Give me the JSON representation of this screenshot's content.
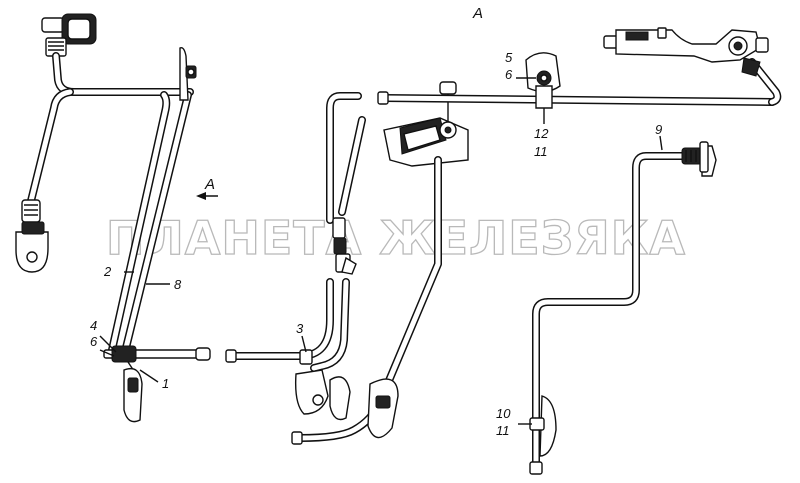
{
  "view": {
    "letter": "А",
    "arrow_letter": "А"
  },
  "watermark": "ПЛАНЕТА ЖЕЛЕЗЯКА",
  "callouts": [
    {
      "id": "c2",
      "text": "2"
    },
    {
      "id": "c8",
      "text": "8"
    },
    {
      "id": "c4",
      "text": "4"
    },
    {
      "id": "c6a",
      "text": "6"
    },
    {
      "id": "c1",
      "text": "1"
    },
    {
      "id": "c3",
      "text": "3"
    },
    {
      "id": "c5",
      "text": "5"
    },
    {
      "id": "c6b",
      "text": "6"
    },
    {
      "id": "c12",
      "text": "12"
    },
    {
      "id": "c11a",
      "text": "11"
    },
    {
      "id": "c9",
      "text": "9"
    },
    {
      "id": "c10",
      "text": "10"
    },
    {
      "id": "c11b",
      "text": "11"
    }
  ]
}
